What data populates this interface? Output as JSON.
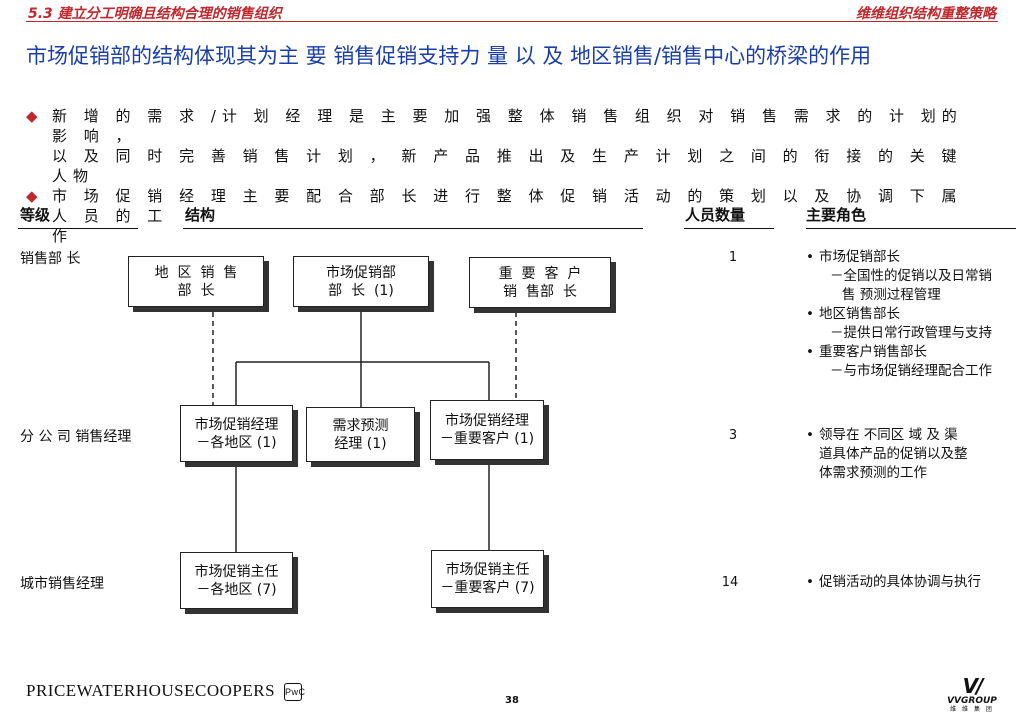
{
  "header": {
    "section": "5.3    建立分工明确且结构合理的销售组织",
    "right": "维维组织结构重整策略"
  },
  "title": "市场促销部的结构体现其为主  要  销售促销支持力  量  以  及  地区销售/销售中心的桥梁的作用",
  "bullets": [
    {
      "lines": [
        "新 增 的 需 求 /计 划 经 理 是 主 要 加 强 整 体 销 售 组 织 对 销 售 需 求 的 计 划的 影 响   ，",
        "以 及 同 时 完 善 销 售 计 划 ， 新 产 品 推 出 及 生 产 计 划 之 间 的 衔 接 的 关 键 人物"
      ]
    },
    {
      "lines": [
        "市 场 促 销 经 理 主 要 配 合 部 长 进 行 整 体 促 销 活 动 的 策 划 以 及 协 调 下 属 人 员 的 工",
        "作"
      ]
    }
  ],
  "columns": {
    "level": "等级",
    "structure": "结构",
    "headcount": "人员数量",
    "roles": "主要角色"
  },
  "rows": [
    {
      "level": "销售部  长",
      "count": "1",
      "roles": [
        {
          "type": "bullet",
          "text": "市场促销部长"
        },
        {
          "type": "sub",
          "text": "－全国性的促销以及日常销"
        },
        {
          "type": "sub2",
          "text": "售  预测过程管理"
        },
        {
          "type": "bullet",
          "text": "地区销售部长"
        },
        {
          "type": "sub",
          "text": "－提供日常行政管理与支持"
        },
        {
          "type": "bullet",
          "text": "重要客户销售部长"
        },
        {
          "type": "sub",
          "text": "－与市场促销经理配合工作"
        }
      ]
    },
    {
      "level": "分  公  司  销售经理",
      "count": "3",
      "roles": [
        {
          "type": "bullet",
          "text": "领导在  不同区  域  及  渠"
        },
        {
          "type": "cont",
          "text": "道具体产品的促销以及整"
        },
        {
          "type": "cont",
          "text": "体需求预测的工作"
        }
      ]
    },
    {
      "level": "城市销售经理",
      "count": "14",
      "roles": [
        {
          "type": "bullet",
          "text": "促销活动的具体协调与执行"
        }
      ]
    }
  ],
  "boxes": {
    "regional_head": [
      "地  区  销  售",
      "部  长"
    ],
    "marketing_head": [
      "市场促销部",
      "部  长  (1)"
    ],
    "key_account_head": [
      "重  要  客  户",
      "销  售部  长"
    ],
    "mkt_mgr_regional": [
      "市场促销经理",
      "－各地区 (1)"
    ],
    "demand_planner": [
      "需求预测",
      "经理 (1)"
    ],
    "mkt_mgr_key": [
      "市场促销经理",
      "－重要客户 (1)"
    ],
    "mkt_supv_regional": [
      "市场促销主任",
      "－各地区 (7)"
    ],
    "mkt_supv_key": [
      "市场促销主任",
      "－重要客户 (7)"
    ]
  },
  "footer": {
    "logo_text": "PRICEWATERHOUSECOOPERS",
    "badge": "PwC",
    "page": "38",
    "brand": "VVGROUP",
    "brand_cn": "维 维 集 团"
  },
  "colors": {
    "accent_red": "#c0282e",
    "title_blue": "#1b3fa8"
  }
}
